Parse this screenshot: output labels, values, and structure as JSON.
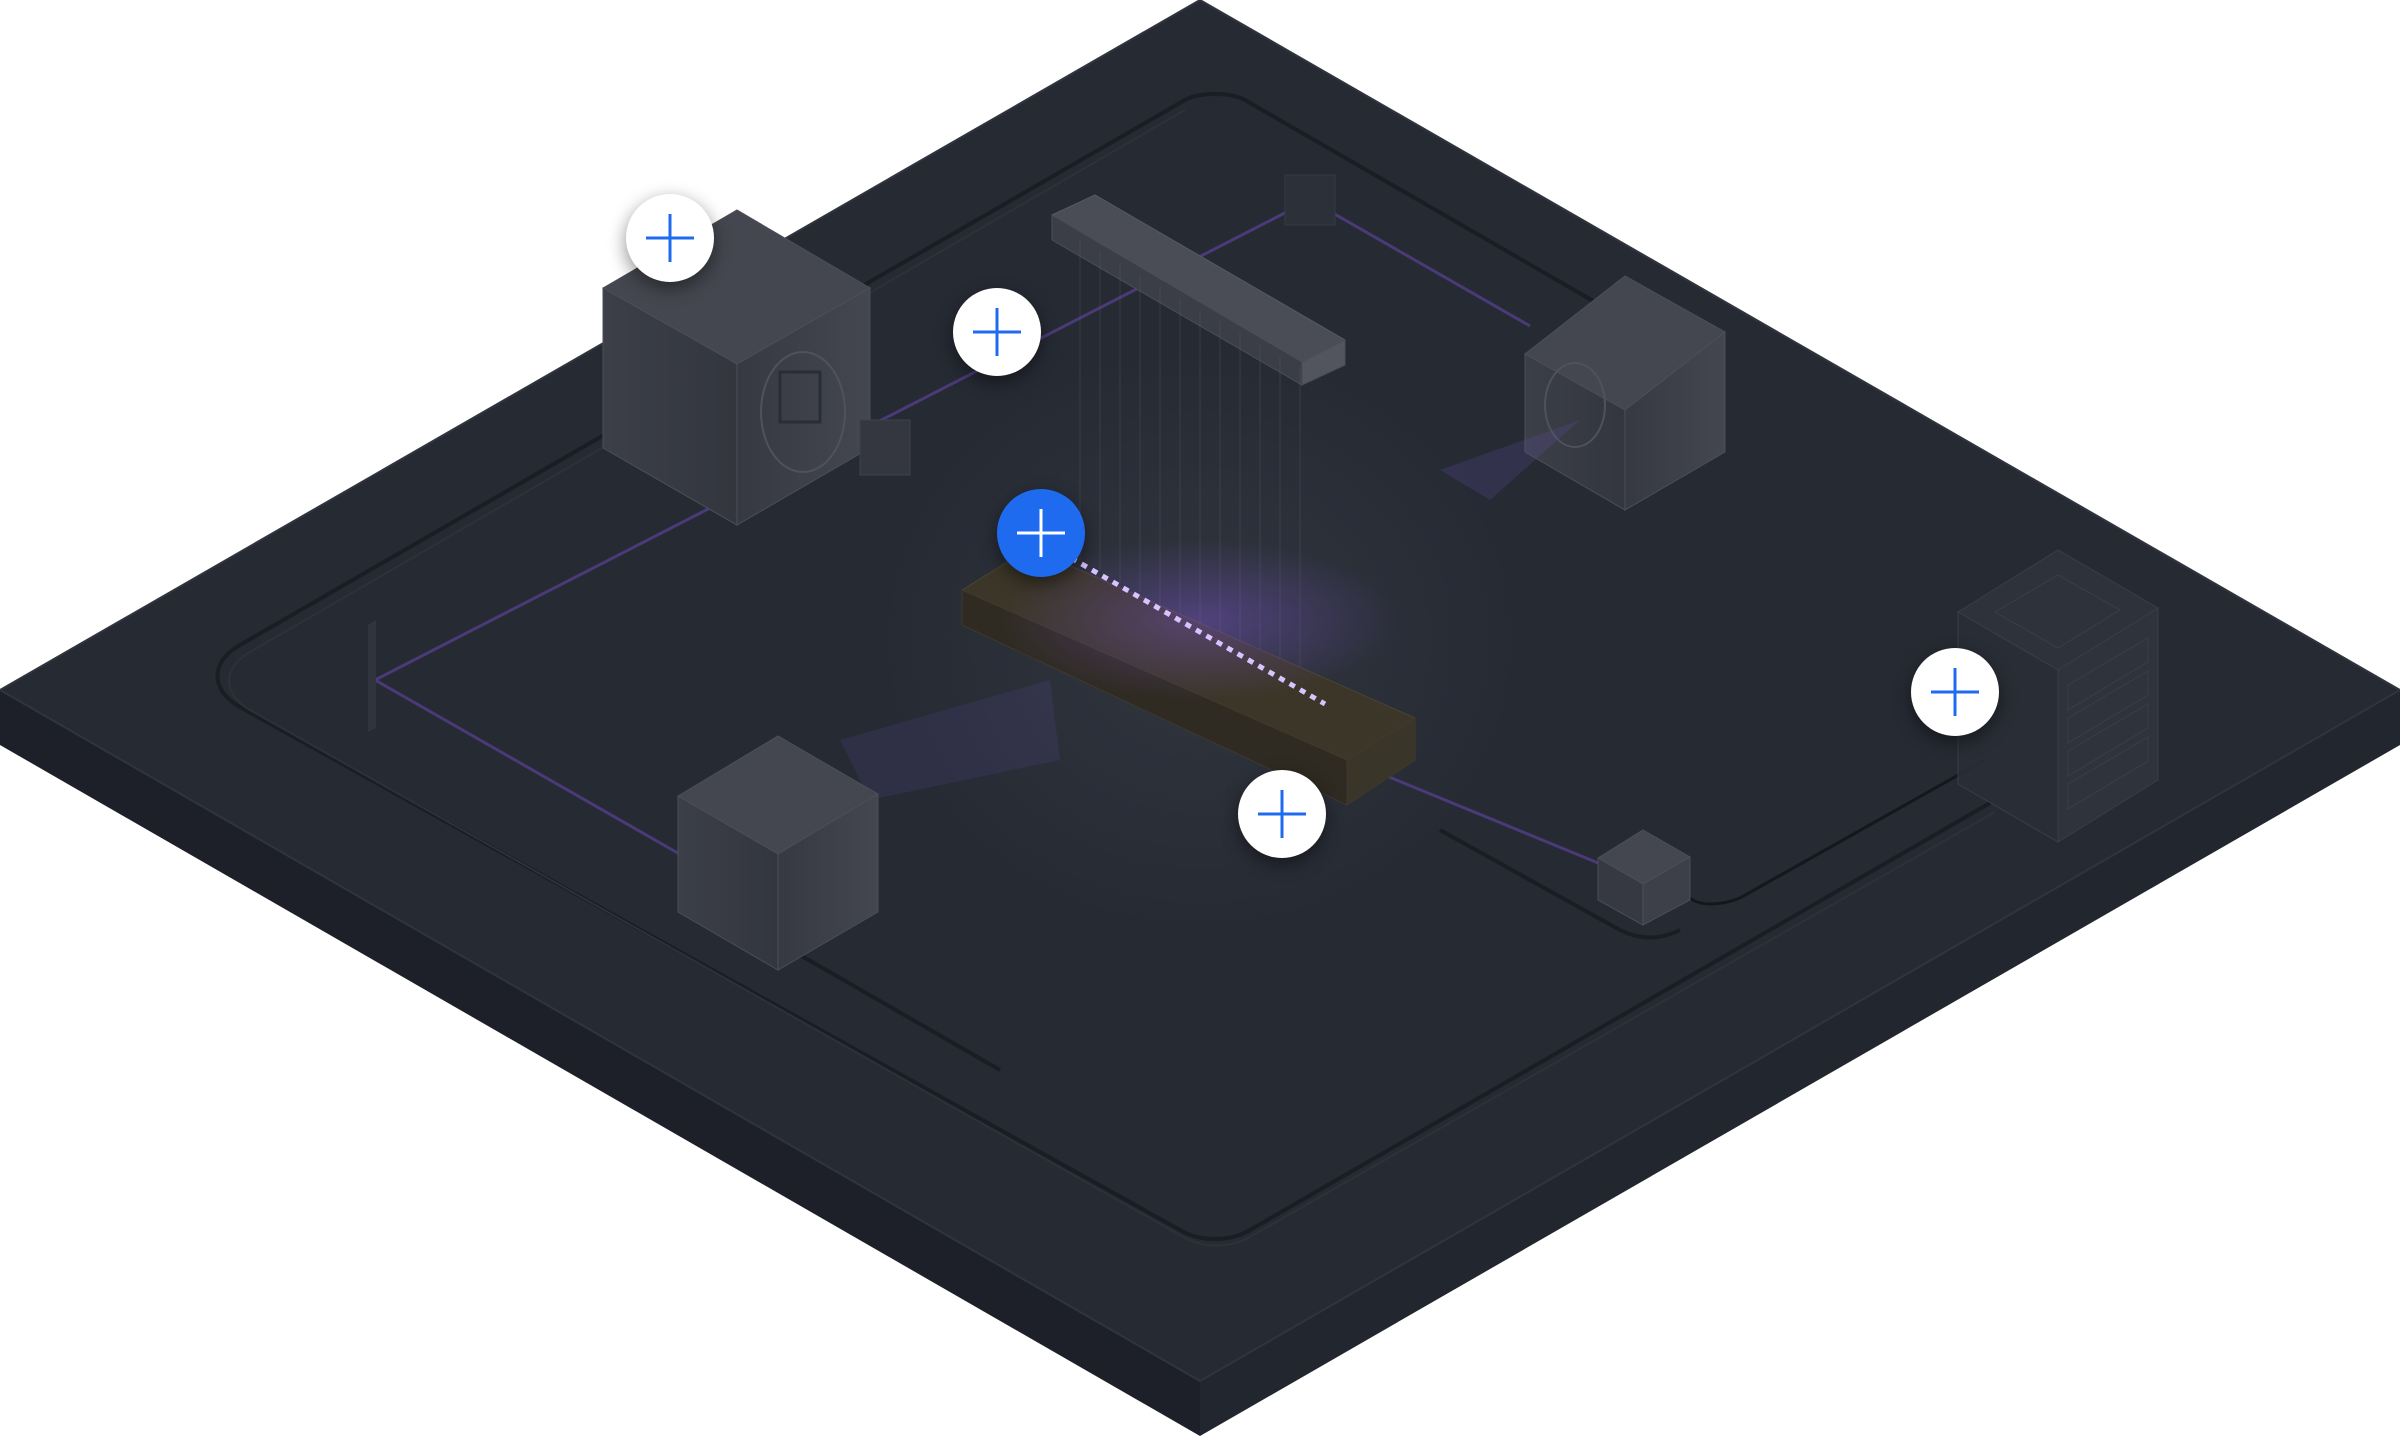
{
  "scene": {
    "colors": {
      "platform_top": "#262a33",
      "platform_side": "#1f232b",
      "platform_edge": "#2e323c",
      "cube": "#3a3d46",
      "accent_purple": "#8a5cf0",
      "hotspot_blue": "#1f6bf0",
      "hotspot_white": "#ffffff"
    }
  },
  "hotspots": [
    {
      "name": "hotspot-cube-top-left",
      "icon": "plus-icon",
      "active": false
    },
    {
      "name": "hotspot-emitter-bar",
      "icon": "plus-icon",
      "active": false
    },
    {
      "name": "hotspot-laser-source",
      "icon": "plus-icon",
      "active": true
    },
    {
      "name": "hotspot-sample-stage",
      "icon": "plus-icon",
      "active": false
    },
    {
      "name": "hotspot-server-rack",
      "icon": "plus-icon",
      "active": false
    }
  ]
}
